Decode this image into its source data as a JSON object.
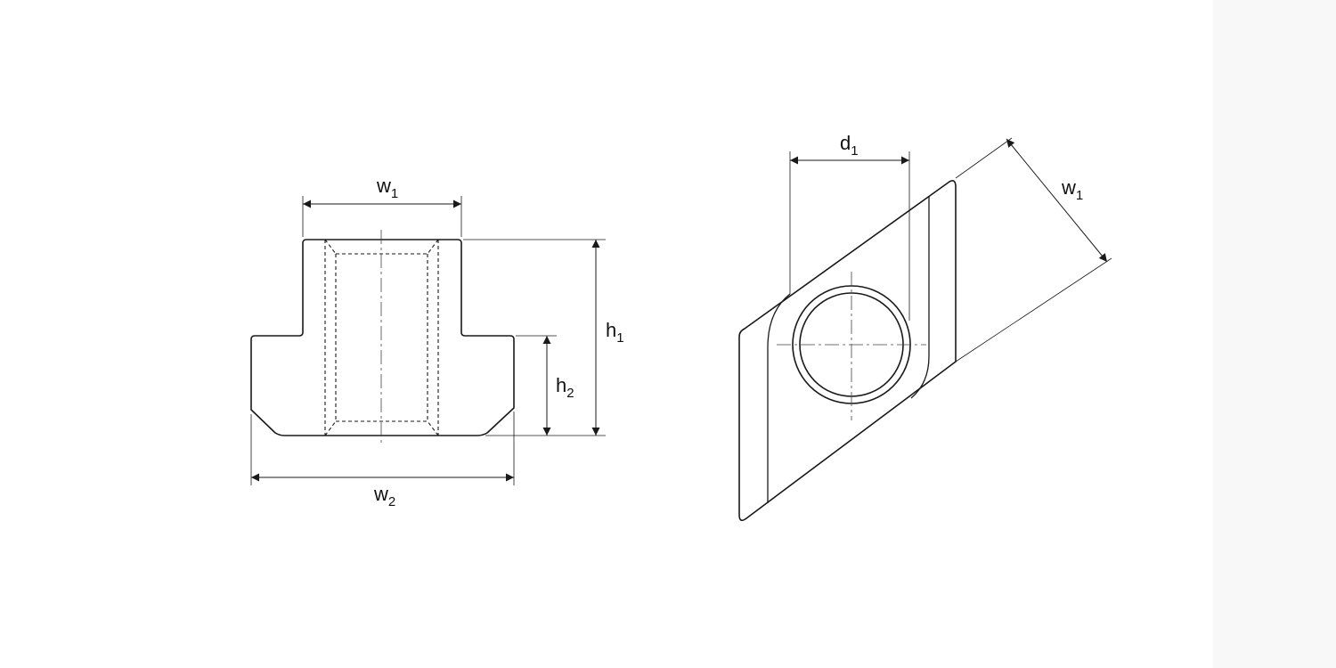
{
  "colors": {
    "line": "#1a1a1a",
    "background": "#ffffff",
    "right_strip": "#f8f8f8"
  },
  "side_view": {
    "w1": {
      "base": "w",
      "sub": "1"
    },
    "w2": {
      "base": "w",
      "sub": "2"
    },
    "h1": {
      "base": "h",
      "sub": "1"
    },
    "h2": {
      "base": "h",
      "sub": "2"
    }
  },
  "top_view": {
    "d1": {
      "base": "d",
      "sub": "1"
    },
    "w1": {
      "base": "w",
      "sub": "1"
    }
  }
}
